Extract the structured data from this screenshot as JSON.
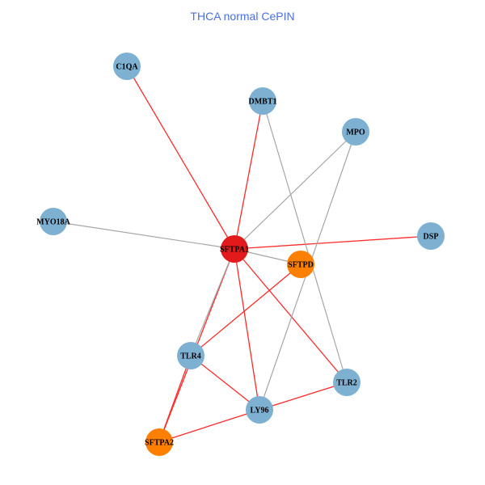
{
  "title": "THCA normal CePIN",
  "colors": {
    "hub": "#e31a1c",
    "secondary": "#ff7f00",
    "default": "#7eb0d2",
    "edge_red": "#ff2a2a",
    "edge_gray": "#a6a6a6"
  },
  "nodes": [
    {
      "id": "C1QA",
      "type": "default"
    },
    {
      "id": "DMBT1",
      "type": "default"
    },
    {
      "id": "MPO",
      "type": "default"
    },
    {
      "id": "MYO18A",
      "type": "default"
    },
    {
      "id": "SFTPA1",
      "type": "hub"
    },
    {
      "id": "DSP",
      "type": "default"
    },
    {
      "id": "SFTPD",
      "type": "secondary"
    },
    {
      "id": "TLR4",
      "type": "default"
    },
    {
      "id": "TLR2",
      "type": "default"
    },
    {
      "id": "LY96",
      "type": "default"
    },
    {
      "id": "SFTPA2",
      "type": "secondary"
    }
  ],
  "edges": [
    {
      "source": "C1QA",
      "target": "SFTPA1",
      "color": "red"
    },
    {
      "source": "DMBT1",
      "target": "SFTPA1",
      "color": "red"
    },
    {
      "source": "SFTPA1",
      "target": "DSP",
      "color": "red"
    },
    {
      "source": "SFTPA1",
      "target": "TLR2",
      "color": "red"
    },
    {
      "source": "SFTPA1",
      "target": "LY96",
      "color": "red"
    },
    {
      "source": "SFTPA1",
      "target": "SFTPA2",
      "color": "red"
    },
    {
      "source": "SFTPD",
      "target": "TLR4",
      "color": "red"
    },
    {
      "source": "TLR4",
      "target": "LY96",
      "color": "red"
    },
    {
      "source": "TLR4",
      "target": "SFTPA2",
      "color": "red"
    },
    {
      "source": "LY96",
      "target": "SFTPA2",
      "color": "red"
    },
    {
      "source": "LY96",
      "target": "TLR2",
      "color": "red"
    },
    {
      "source": "MYO18A",
      "target": "SFTPA1",
      "color": "gray"
    },
    {
      "source": "MPO",
      "target": "SFTPA1",
      "color": "gray"
    },
    {
      "source": "SFTPA1",
      "target": "SFTPD",
      "color": "gray"
    },
    {
      "source": "SFTPA1",
      "target": "TLR4",
      "color": "gray"
    },
    {
      "source": "DMBT1",
      "target": "TLR2",
      "color": "gray"
    },
    {
      "source": "MPO",
      "target": "LY96",
      "color": "gray"
    }
  ]
}
